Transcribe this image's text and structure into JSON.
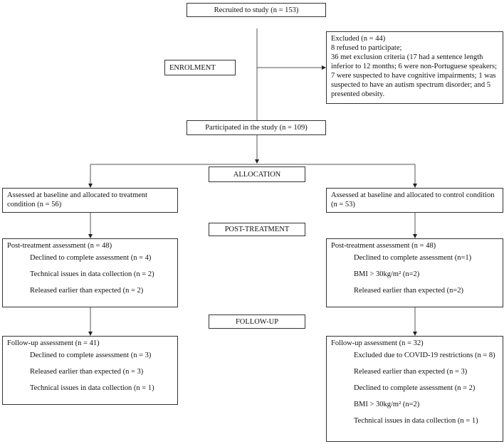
{
  "recruited": "Recruited to study (n = 153)",
  "excluded": {
    "title": "Excluded (n = 44)",
    "lines": [
      "8 refused to participate;",
      "36 met exclusion criteria (17 had a sentence length inferior to 12 months; 6 were non-Portuguese speakers; 7 were suspected to have cognitive impairments; 1 was suspected to have an autism spectrum disorder; and 5 presented obesity."
    ]
  },
  "stages": {
    "enrolment": "ENROLMENT",
    "allocation": "ALLOCATION",
    "post_treatment": "POST-TREATMENT",
    "follow_up": "FOLLOW-UP"
  },
  "participated": "Participated in the study (n = 109)",
  "treatment": {
    "baseline": "Assessed at baseline and allocated to treatment condition (n = 56)",
    "post": {
      "title": "Post-treatment assessment (n = 48)",
      "items": [
        "Declined to complete assessment (n = 4)",
        "Technical issues in data collection (n = 2)",
        "Released earlier than expected (n = 2)"
      ]
    },
    "follow": {
      "title": "Follow-up assessment (n = 41)",
      "items": [
        "Declined to complete assessment (n = 3)",
        "Released earlier than expected (n = 3)",
        "Technical issues in data collection (n = 1)"
      ]
    }
  },
  "control": {
    "baseline": "Assessed at baseline and allocated to control condition (n = 53)",
    "post": {
      "title": "Post-treatment assessment (n = 48)",
      "items": [
        "Declined to complete assessment (n=1)",
        "BMI > 30kg/m² (n=2)",
        "Released earlier than expected (n=2)"
      ]
    },
    "follow": {
      "title": "Follow-up assessment (n = 32)",
      "items": [
        "Excluded due to COVID-19 restrictions (n = 8)",
        "Released earlier than expected (n = 3)",
        "Declined to complete assessment (n = 2)",
        "BMI > 30kg/m² (n=2)",
        "Technical issues in data collection (n = 1)"
      ]
    }
  }
}
